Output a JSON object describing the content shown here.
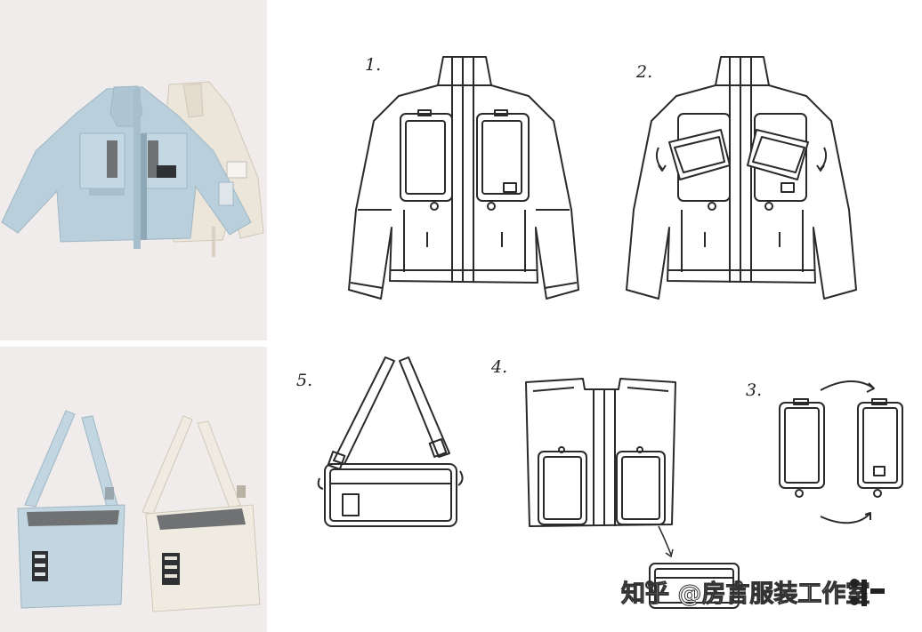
{
  "steps": {
    "step1": "1.",
    "step2": "2.",
    "step3": "3.",
    "step4": "4.",
    "step5": "5."
  },
  "watermark": {
    "text": "知乎 @房言服装工作室"
  },
  "colors": {
    "panel_bg": "#efeceb",
    "jacket_blue": "#b9cfdc",
    "jacket_cream": "#ece6da",
    "bag_blue": "#c2d6e2",
    "bag_cream": "#efebe0",
    "gray_panel": "#6f7173",
    "line": "#2a2a2a"
  }
}
